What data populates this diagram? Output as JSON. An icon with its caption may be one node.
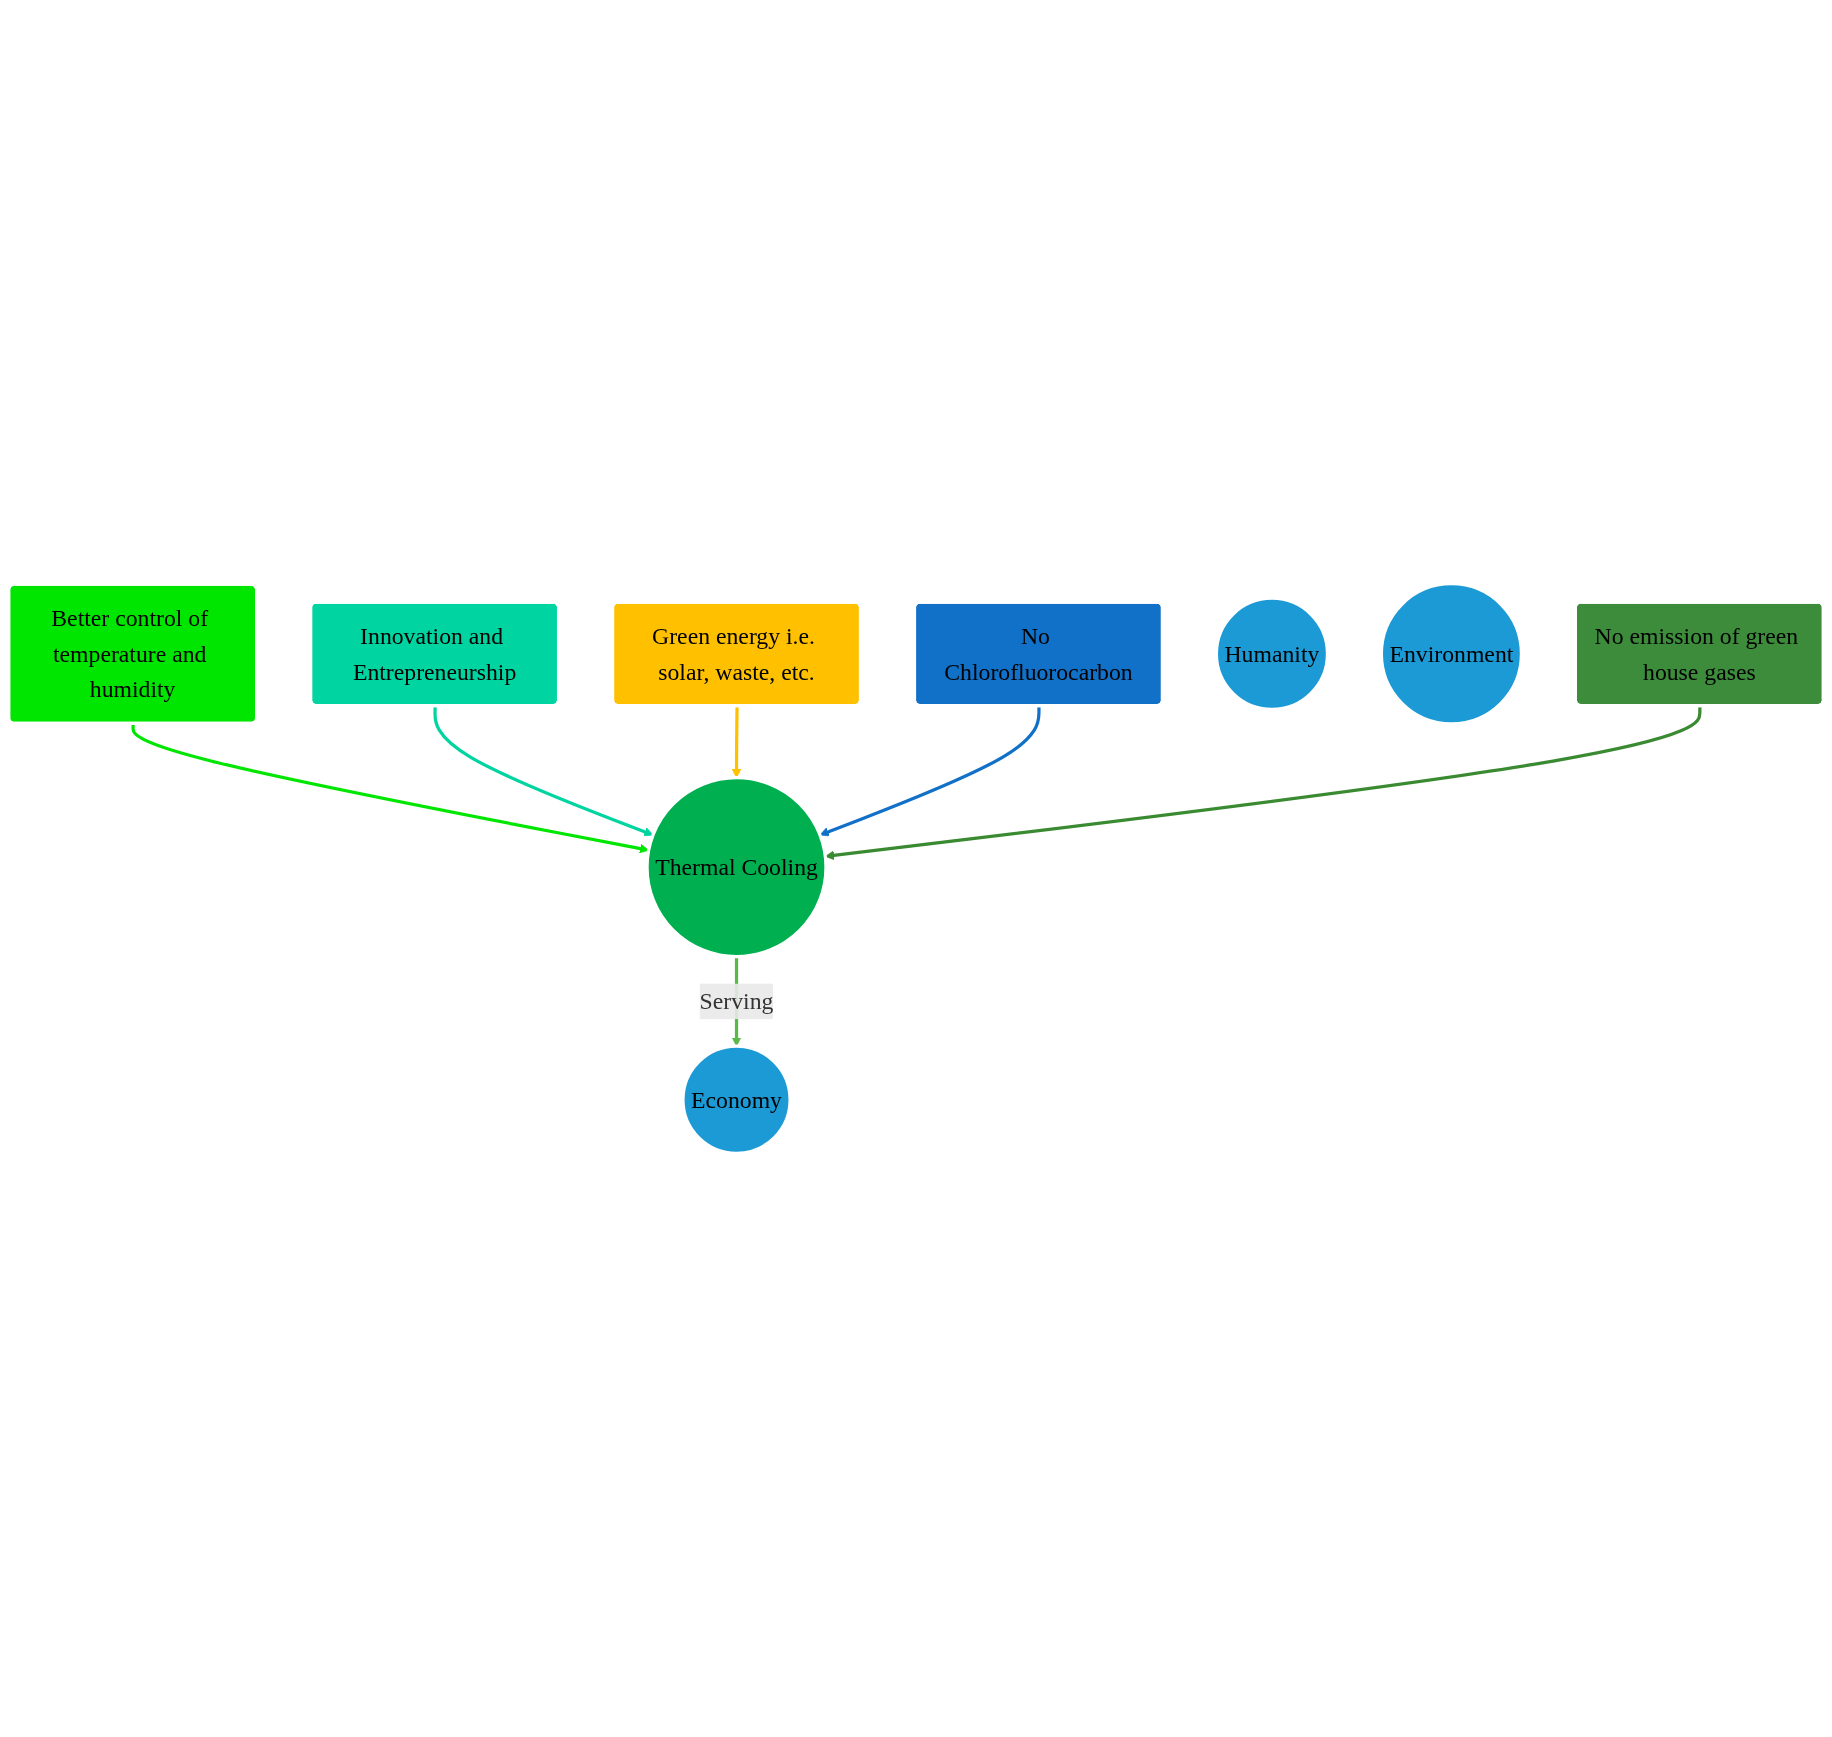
{
  "diagram": {
    "nodes": [
      {
        "text": [
          "Better control of temperature and humidity"
        ]
      },
      {
        "text": [
          "Innovation and Entrepreneurship"
        ]
      },
      {
        "text": [
          "Green energy i.e. solar, waste, etc."
        ]
      },
      {
        "text": [
          "No Chlorofluorocarbon"
        ]
      },
      {
        "text": [
          "Thermal Cooling"
        ]
      },
      {
        "text": [
          "Economy"
        ]
      },
      {
        "text": [
          "Humanity"
        ]
      },
      {
        "text": [
          "Environment"
        ]
      },
      {
        "text": [
          "No emission of green house gases"
        ]
      }
    ],
    "edges": [
      {
        "from": 0,
        "to": 4,
        "arrow": "to",
        "color": "#00e600"
      },
      {
        "from": 1,
        "to": 4,
        "arrow": "to",
        "color": "#00d4a0"
      },
      {
        "from": 2,
        "to": 4,
        "arrow": "to",
        "color": "#ffc000"
      },
      {
        "from": 3,
        "to": 4,
        "arrow": "to",
        "color": "#1170c8"
      },
      {
        "from": 8,
        "to": 4,
        "arrow": "to",
        "color": "#3a8a32"
      },
      {
        "from": 4,
        "to": 5,
        "arrow": "to",
        "label": "Serving",
        "color": "#5ab946"
      }
    ]
  }
}
